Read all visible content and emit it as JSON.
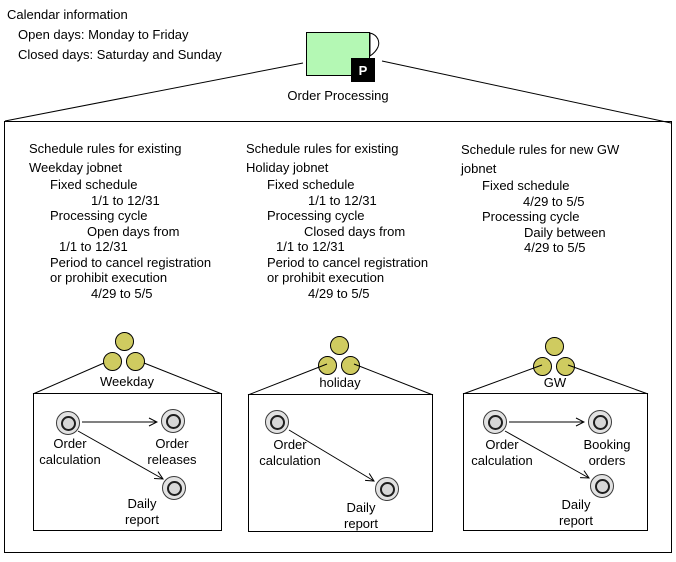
{
  "colors": {
    "root_icon_fill": "#b4f8b4",
    "jobnet_circle_fill": "#cfcb60",
    "job_circle_fill": "#e2e2e2",
    "line_color": "#000000"
  },
  "calendar": {
    "title": "Calendar information",
    "open_days": "Open days: Monday to Friday",
    "closed_days": "Closed days: Saturday and Sunday"
  },
  "root": {
    "label": "Order Processing",
    "badge": "P"
  },
  "columns": [
    {
      "lines": [
        "Schedule rules for existing",
        "Weekday jobnet",
        "Fixed schedule",
        "1/1 to 12/31",
        "Processing cycle",
        "Open days from",
        "1/1 to 12/31",
        "Period to cancel registration",
        "or prohibit execution",
        "4/29 to 5/5"
      ],
      "jobnet_label": "Weekday",
      "jobs": [
        {
          "line1": "Order",
          "line2": "calculation"
        },
        {
          "line1": "Order",
          "line2": "releases"
        },
        {
          "line1": "Daily",
          "line2": "report"
        }
      ]
    },
    {
      "lines": [
        "Schedule rules for existing",
        "Holiday jobnet",
        "Fixed schedule",
        "1/1 to 12/31",
        "Processing cycle",
        "Closed days from",
        "1/1 to 12/31",
        "Period to cancel registration",
        "or prohibit execution",
        "4/29 to 5/5"
      ],
      "jobnet_label": "holiday",
      "jobs": [
        {
          "line1": "Order",
          "line2": "calculation"
        },
        {
          "line1": "Daily",
          "line2": "report"
        }
      ]
    },
    {
      "lines": [
        "Schedule rules for new GW",
        "jobnet",
        "Fixed schedule",
        "4/29 to 5/5",
        "Processing cycle",
        "Daily between",
        "4/29 to 5/5"
      ],
      "jobnet_label": "GW",
      "jobs": [
        {
          "line1": "Order",
          "line2": "calculation"
        },
        {
          "line1": "Booking",
          "line2": "orders"
        },
        {
          "line1": "Daily",
          "line2": "report"
        }
      ]
    }
  ]
}
